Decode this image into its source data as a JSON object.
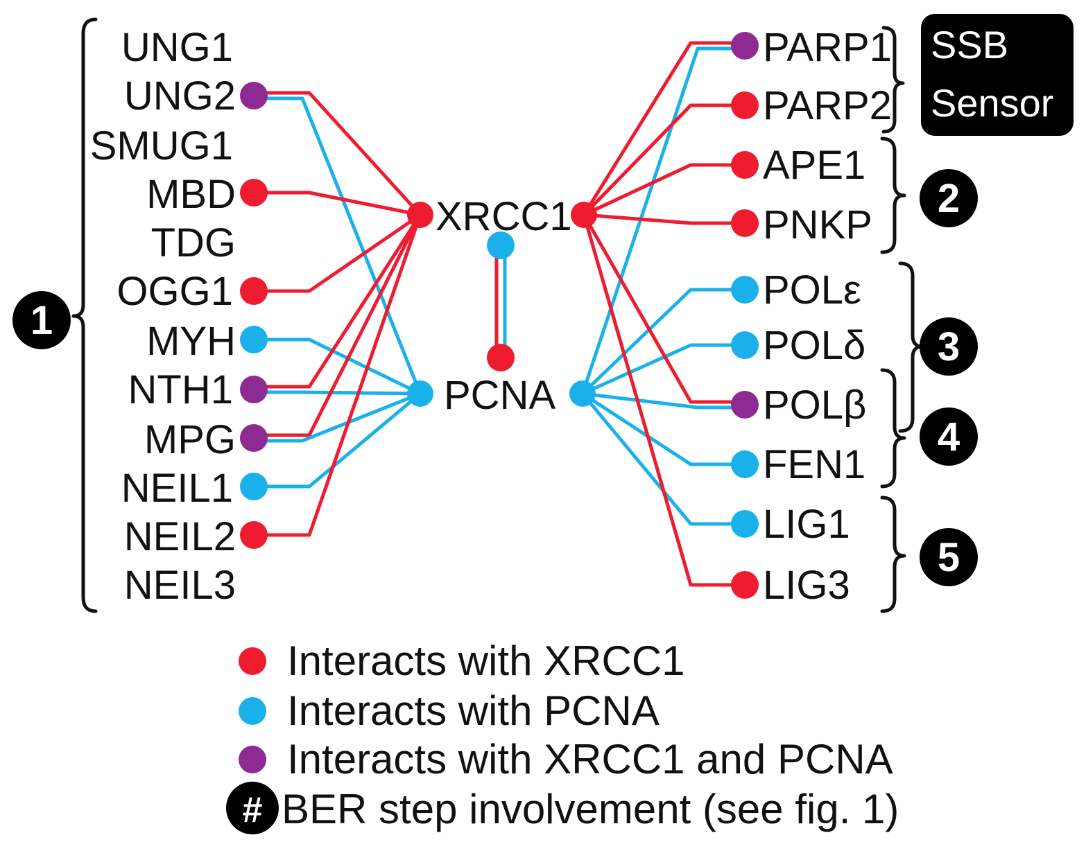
{
  "colors": {
    "xrcc1": "#ee1c2e",
    "pcna": "#1ab1ea",
    "both": "#8e2b92",
    "badge": "#000000"
  },
  "hubs": {
    "xrcc1": "XRCC1",
    "pcna": "PCNA"
  },
  "left_proteins": [
    {
      "name": "UNG1",
      "interaction": "none"
    },
    {
      "name": "UNG2",
      "interaction": "both"
    },
    {
      "name": "SMUG1",
      "interaction": "none"
    },
    {
      "name": "MBD",
      "interaction": "xrcc1"
    },
    {
      "name": "TDG",
      "interaction": "none"
    },
    {
      "name": "OGG1",
      "interaction": "xrcc1"
    },
    {
      "name": "MYH",
      "interaction": "pcna"
    },
    {
      "name": "NTH1",
      "interaction": "both"
    },
    {
      "name": "MPG",
      "interaction": "both"
    },
    {
      "name": "NEIL1",
      "interaction": "pcna"
    },
    {
      "name": "NEIL2",
      "interaction": "xrcc1"
    },
    {
      "name": "NEIL3",
      "interaction": "none"
    }
  ],
  "right_proteins": [
    {
      "name": "PARP1",
      "interaction": "both"
    },
    {
      "name": "PARP2",
      "interaction": "xrcc1"
    },
    {
      "name": "APE1",
      "interaction": "xrcc1"
    },
    {
      "name": "PNKP",
      "interaction": "xrcc1"
    },
    {
      "name": "POLε",
      "interaction": "pcna"
    },
    {
      "name": "POLδ",
      "interaction": "pcna"
    },
    {
      "name": "POLβ",
      "interaction": "both"
    },
    {
      "name": "FEN1",
      "interaction": "pcna"
    },
    {
      "name": "LIG1",
      "interaction": "pcna"
    },
    {
      "name": "LIG3",
      "interaction": "xrcc1"
    }
  ],
  "step_badges": [
    "1",
    "2",
    "3",
    "4",
    "5"
  ],
  "ssb_sensor": {
    "line1": "SSB",
    "line2": "Sensor"
  },
  "legend": {
    "xrcc1": "Interacts with XRCC1",
    "pcna": "Interacts with PCNA",
    "both": "Interacts with XRCC1 and PCNA",
    "step_symbol": "#",
    "step": "BER step involvement (see fig. 1)"
  }
}
